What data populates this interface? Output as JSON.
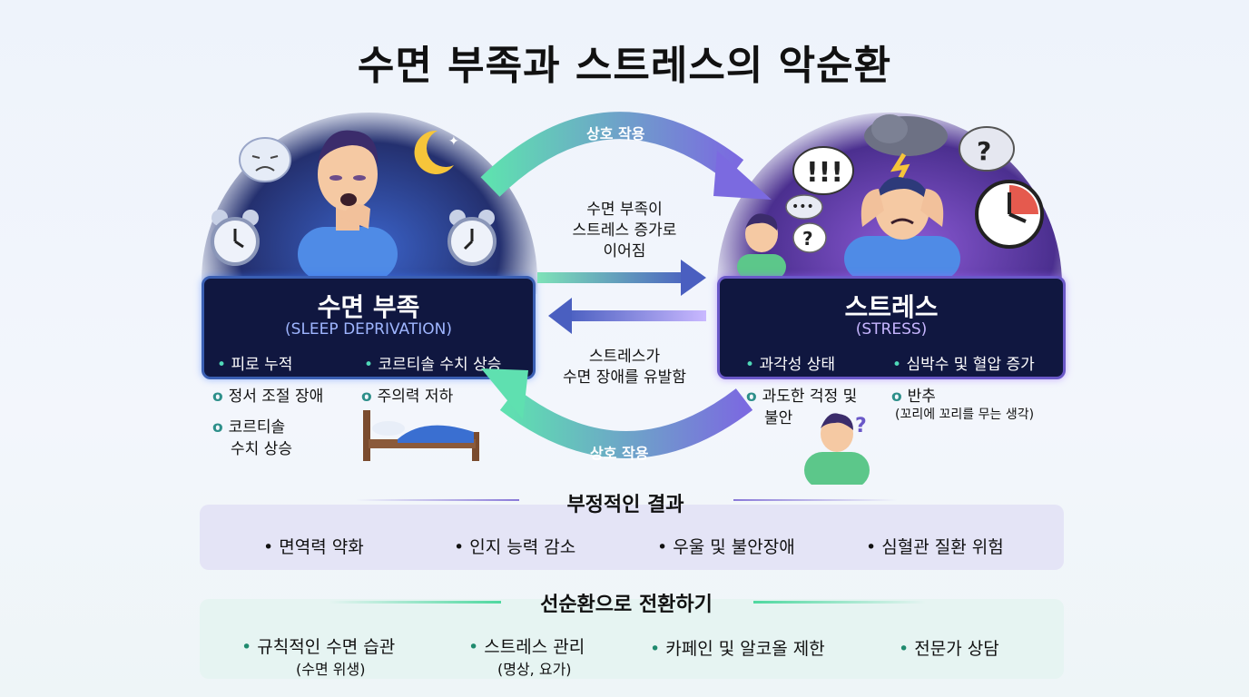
{
  "title": "수면 부족과 스트레스의 악순환",
  "sleep": {
    "title": "수면 부족",
    "subtitle": "(SLEEP DEPRIVATION)",
    "panel_bullets": [
      "피로 누적",
      "코르티솔 수치 상승"
    ],
    "outer_bullets": [
      "정서 조절 장애",
      "주의력 저하",
      "코르티솔",
      "수치 상승"
    ]
  },
  "stress": {
    "title": "스트레스",
    "subtitle": "(STRESS)",
    "panel_bullets": [
      "과각성 상태",
      "심박수 및 혈압 증가"
    ],
    "outer_bullets": [
      "과도한 걱정 및",
      "불안",
      "반추",
      "(꼬리에 꼬리를 무는 생각)"
    ]
  },
  "interaction": {
    "top_arrow": "상호 작용",
    "bottom_arrow": "상호 작용",
    "forward": [
      "수면 부족이",
      "스트레스 증가로",
      "이어짐"
    ],
    "backward": [
      "스트레스가",
      "수면 장애를 유발함"
    ]
  },
  "negative": {
    "title": "부정적인 결과",
    "items": [
      "면역력 약화",
      "인지 능력 감소",
      "우울 및 불안장애",
      "심혈관 질환 위험"
    ]
  },
  "positive": {
    "title": "선순환으로 전환하기",
    "items": [
      {
        "label": "규칙적인 수면 습관",
        "sub": "(수면 위생)"
      },
      {
        "label": "스트레스 관리",
        "sub": "(명상, 요가)"
      },
      {
        "label": "카페인 및 알코올 제한",
        "sub": ""
      },
      {
        "label": "전문가 상담",
        "sub": ""
      }
    ]
  },
  "colors": {
    "panel_bg": "#101740",
    "sleep_accent": "#3a5fb3",
    "stress_accent": "#6a58c8",
    "arrow_green": "#4fd8a0",
    "arrow_purple": "#8a6ce0"
  }
}
